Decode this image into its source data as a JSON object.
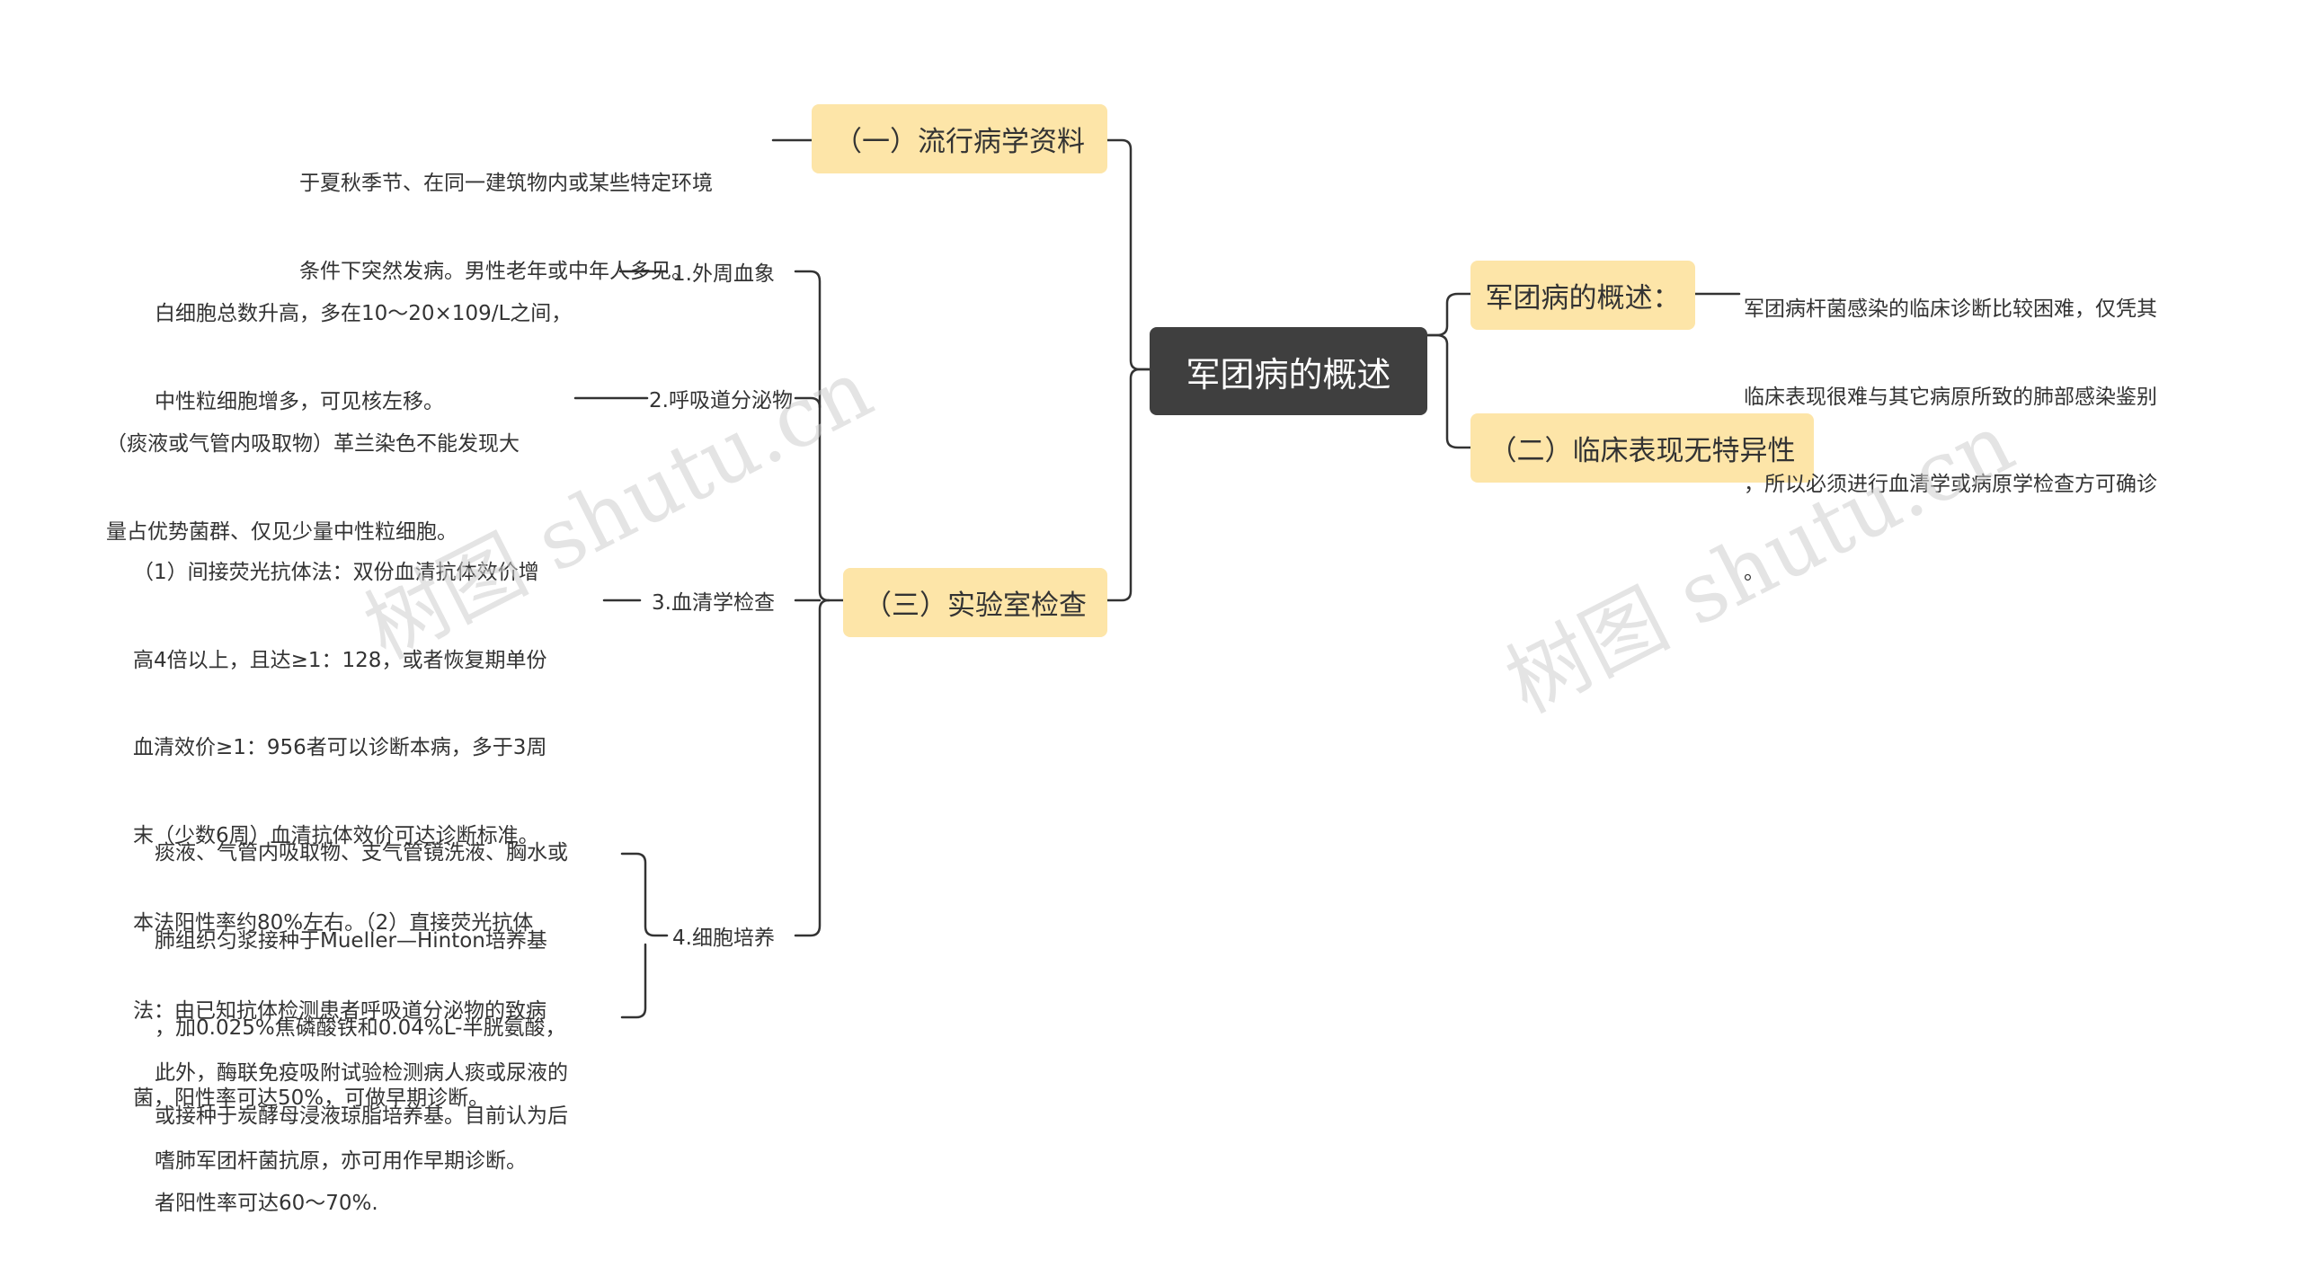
{
  "root": {
    "label": "军团病的概述"
  },
  "branches": {
    "epidemiology": {
      "label": "（一）流行病学资料",
      "note": [
        "于夏秋季节、在同一建筑物内或某些特定环境",
        "条件下突然发病。男性老年或中年人多见。"
      ]
    },
    "lab": {
      "label": "（三）实验室检查",
      "children": {
        "blood": {
          "label": "1.外周血象",
          "note": [
            "白细胞总数升高，多在10～20×109/L之间，",
            "中性粒细胞增多，可见核左移。"
          ]
        },
        "secretion": {
          "label": "2.呼吸道分泌物",
          "note": [
            "（痰液或气管内吸取物）革兰染色不能发现大",
            "量占优势菌群、仅见少量中性粒细胞。"
          ]
        },
        "serology": {
          "label": "3.血清学检查",
          "note": [
            "（1）间接荧光抗体法：双份血清抗体效价增",
            "高4倍以上，且达≥1：128，或者恢复期单份",
            "血清效价≥1：956者可以诊断本病，多于3周",
            "末（少数6周）血清抗体效价可达诊断标准。",
            "本法阳性率约80%左右。（2）直接荧光抗体",
            "法：由已知抗体检测患者呼吸道分泌物的致病",
            "菌，阳性率可达50%，可做早期诊断。"
          ]
        },
        "culture": {
          "label": "4.细胞培养",
          "note1": [
            "痰液、气管内吸取物、支气管镜洗液、胸水或",
            "肺组织匀浆接种于Mueller—Hinton培养基",
            "，加0.025%焦磷酸铁和0.04%L-半胱氨酸，",
            "或接种于炭酵母浸液琼脂培养基。目前认为后",
            "者阳性率可达60～70%."
          ],
          "note2": [
            "此外，酶联免疫吸附试验检测病人痰或尿液的",
            "嗜肺军团杆菌抗原，亦可用作早期诊断。"
          ]
        }
      }
    },
    "overview": {
      "label": "军团病的概述：",
      "note": [
        "军团病杆菌感染的临床诊断比较困难，仅凭其",
        "临床表现很难与其它病原所致的肺部感染鉴别",
        "，所以必须进行血清学或病原学检查方可确诊",
        "。"
      ]
    },
    "clinical": {
      "label": "（二）临床表现无特异性"
    }
  },
  "watermarks": [
    "树图 shutu.cn",
    "树图 shutu.cn"
  ],
  "colors": {
    "root_bg": "#3f3f3f",
    "main_bg": "#fde5a8",
    "line": "#333333",
    "watermark": "#cfcfcf"
  }
}
